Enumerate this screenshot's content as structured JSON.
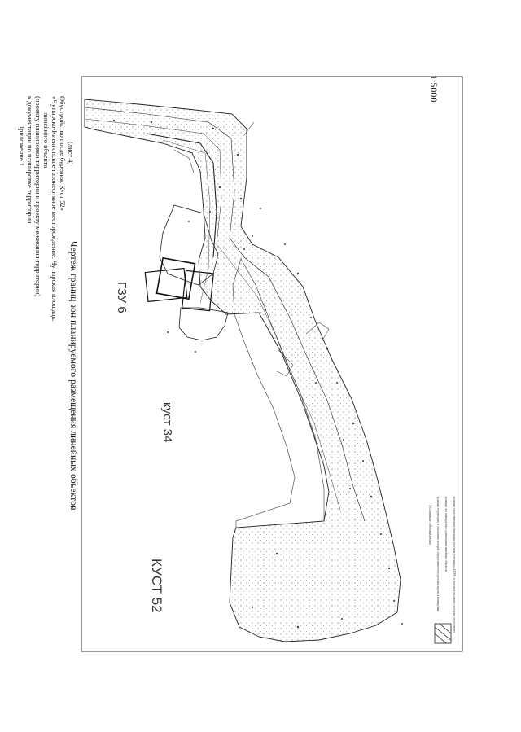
{
  "header": {
    "lines": [
      "Приложение 1",
      "к документации по планировке территории",
      "(проекту планировки территории и проекту межевания территории)",
      "линейного объекта",
      "«Чутырско-Киенгопское газонефтяное месторождение. Чутырская площадь.",
      "Обустройство после бурения. Куст 52»",
      "(лист 4)"
    ]
  },
  "title": "Чертеж границ зон планируемого размещения линейных объектов",
  "scale": "1:5000",
  "map": {
    "labels": {
      "gzu": "ГЗУ 6",
      "kust34": "куст 34",
      "kust52": "КУСТ 52"
    },
    "colors": {
      "line": "#222222",
      "zone_fill": "#f4f4f4",
      "dots": "#555555"
    }
  },
  "legend": {
    "title": "Условные обозначения",
    "items": [
      "границы территории, в отношении которой осуществляется подготовка проекта планировки",
      "границы зон планируемого размещения линейных объектов",
      "границы существующих земельных участков, учтенных в ЕГРН, и участков сведения о которых отсутствуют"
    ]
  }
}
